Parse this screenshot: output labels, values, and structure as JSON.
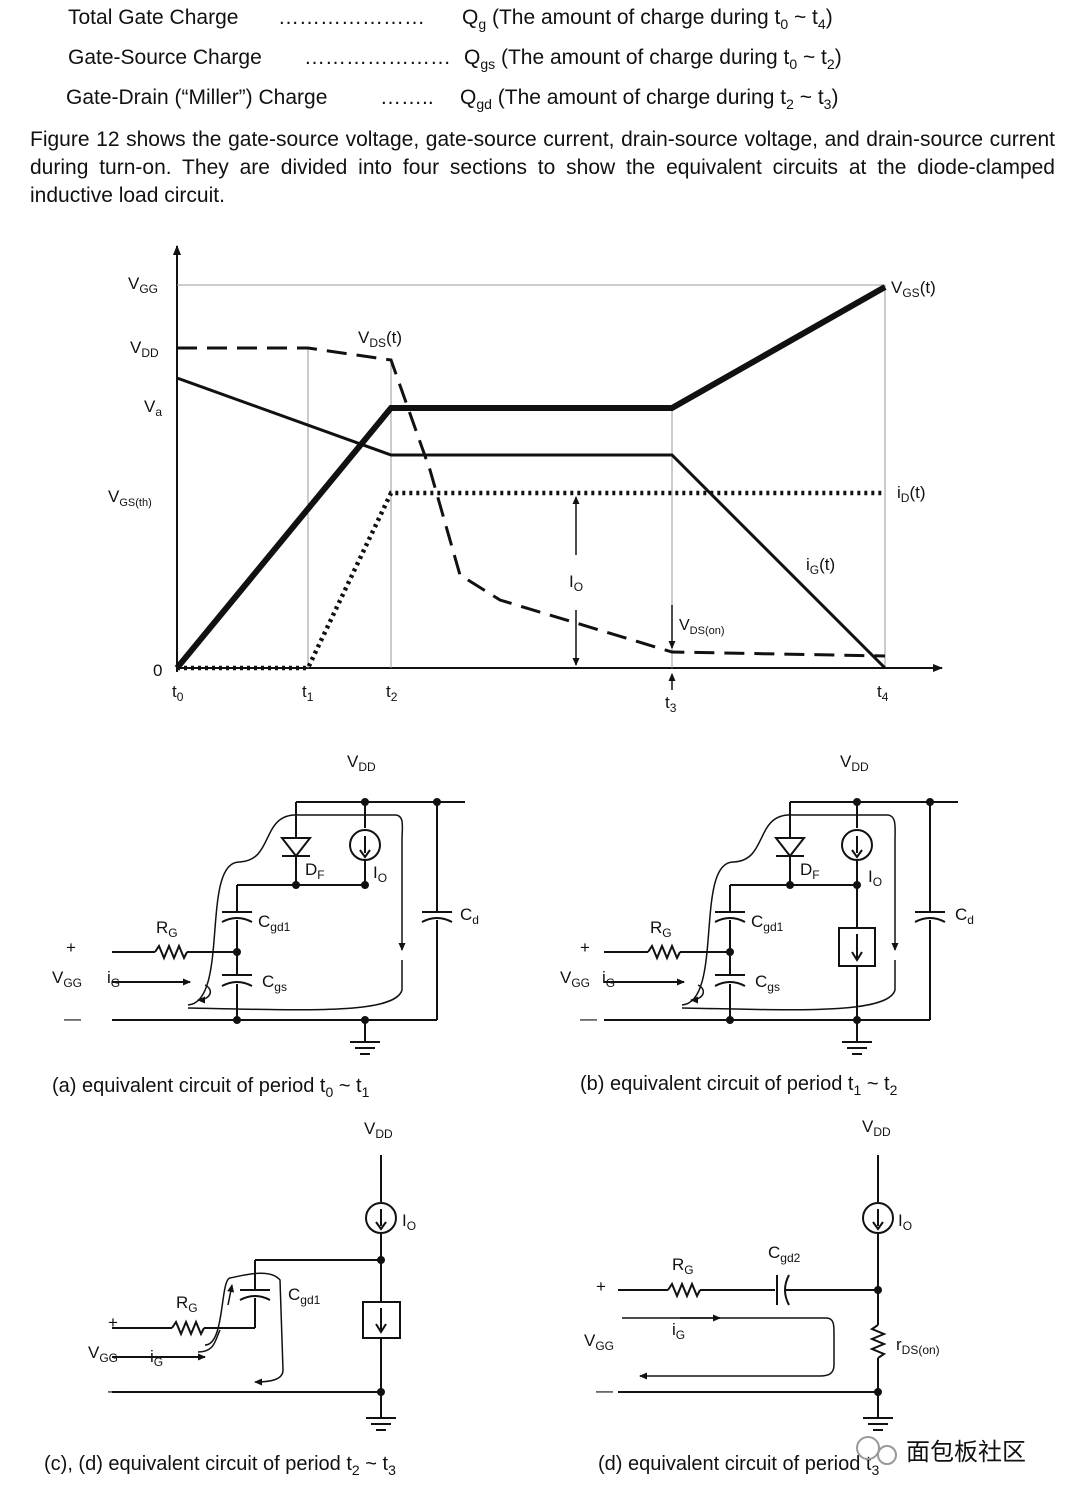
{
  "charges": [
    {
      "label": "Total Gate Charge",
      "dots": "…………………",
      "symbol": "Q",
      "sub": "g",
      "desc_pre": " (The amount of charge during t",
      "a": "0",
      "mid": " ~ t",
      "b": "4",
      "end": ")"
    },
    {
      "label": "Gate-Source Charge",
      "dots": "…………………",
      "symbol": "Q",
      "sub": "gs",
      "desc_pre": " (The amount of charge during t",
      "a": "0",
      "mid": " ~ t",
      "b": "2",
      "end": ")"
    },
    {
      "label": "Gate-Drain (“Miller”) Charge",
      "dots": "……..",
      "symbol": "Q",
      "sub": "gd",
      "desc_pre": " (The amount of charge during t",
      "a": "2",
      "mid": " ~ t",
      "b": "3",
      "end": ")"
    }
  ],
  "paragraph": "Figure 12 shows the gate-source voltage, gate-source current, drain-source voltage, and drain-source current during turn-on. They are divided into four sections to show the equivalent circuits at the diode-clamped inductive load circuit.",
  "waveform": {
    "y_labels": [
      {
        "main": "V",
        "sub": "GG"
      },
      {
        "main": "V",
        "sub": "DD"
      },
      {
        "main": "V",
        "sub": "a"
      },
      {
        "main": "V",
        "sub": "GS(th)"
      },
      {
        "main": "0",
        "sub": ""
      }
    ],
    "x_labels": [
      {
        "main": "t",
        "sub": "0"
      },
      {
        "main": "t",
        "sub": "1"
      },
      {
        "main": "t",
        "sub": "2"
      },
      {
        "main": "t",
        "sub": "3"
      },
      {
        "main": "t",
        "sub": "4"
      }
    ],
    "vgs_label": {
      "main": "V",
      "sub": "GS",
      "tail": "(t)"
    },
    "vds_label": {
      "main": "V",
      "sub": "DS",
      "tail": "(t)"
    },
    "id_label": {
      "main": "i",
      "sub": "D",
      "tail": "(t)"
    },
    "ig_label": {
      "main": "i",
      "sub": "G",
      "tail": "(t)"
    },
    "io_label": {
      "main": "I",
      "sub": "O"
    },
    "vdson_label": {
      "main": "V",
      "sub": "DS(on)"
    }
  },
  "circuits": {
    "vdd": {
      "main": "V",
      "sub": "DD"
    },
    "vgg": {
      "main": "V",
      "sub": "GG"
    },
    "rg": {
      "main": "R",
      "sub": "G"
    },
    "ig": {
      "main": "i",
      "sub": "G"
    },
    "io": {
      "main": "I",
      "sub": "O"
    },
    "df": {
      "main": "D",
      "sub": "F"
    },
    "cgd1": {
      "main": "C",
      "sub": "gd1"
    },
    "cgd2": {
      "main": "C",
      "sub": "gd2"
    },
    "cgs": {
      "main": "C",
      "sub": "gs"
    },
    "cd": {
      "main": "C",
      "sub": "d"
    },
    "rdson": {
      "main": "r",
      "sub": "DS(on)"
    },
    "plus": "+",
    "minus": "—",
    "captions": {
      "a": {
        "pre": "(a) equivalent circuit of period t",
        "s1": "0",
        "mid": " ~ t",
        "s2": "1"
      },
      "b": {
        "pre": "(b) equivalent circuit of period t",
        "s1": "1",
        "mid": " ~ t",
        "s2": "2"
      },
      "c": {
        "pre": "(c), (d) equivalent circuit of period t",
        "s1": "2",
        "mid": " ~ t",
        "s2": "3"
      },
      "d": {
        "pre": "(d) equivalent circuit of period t",
        "s1": "3",
        "mid": "",
        "s2": ""
      }
    }
  },
  "watermark": "面包板社区"
}
